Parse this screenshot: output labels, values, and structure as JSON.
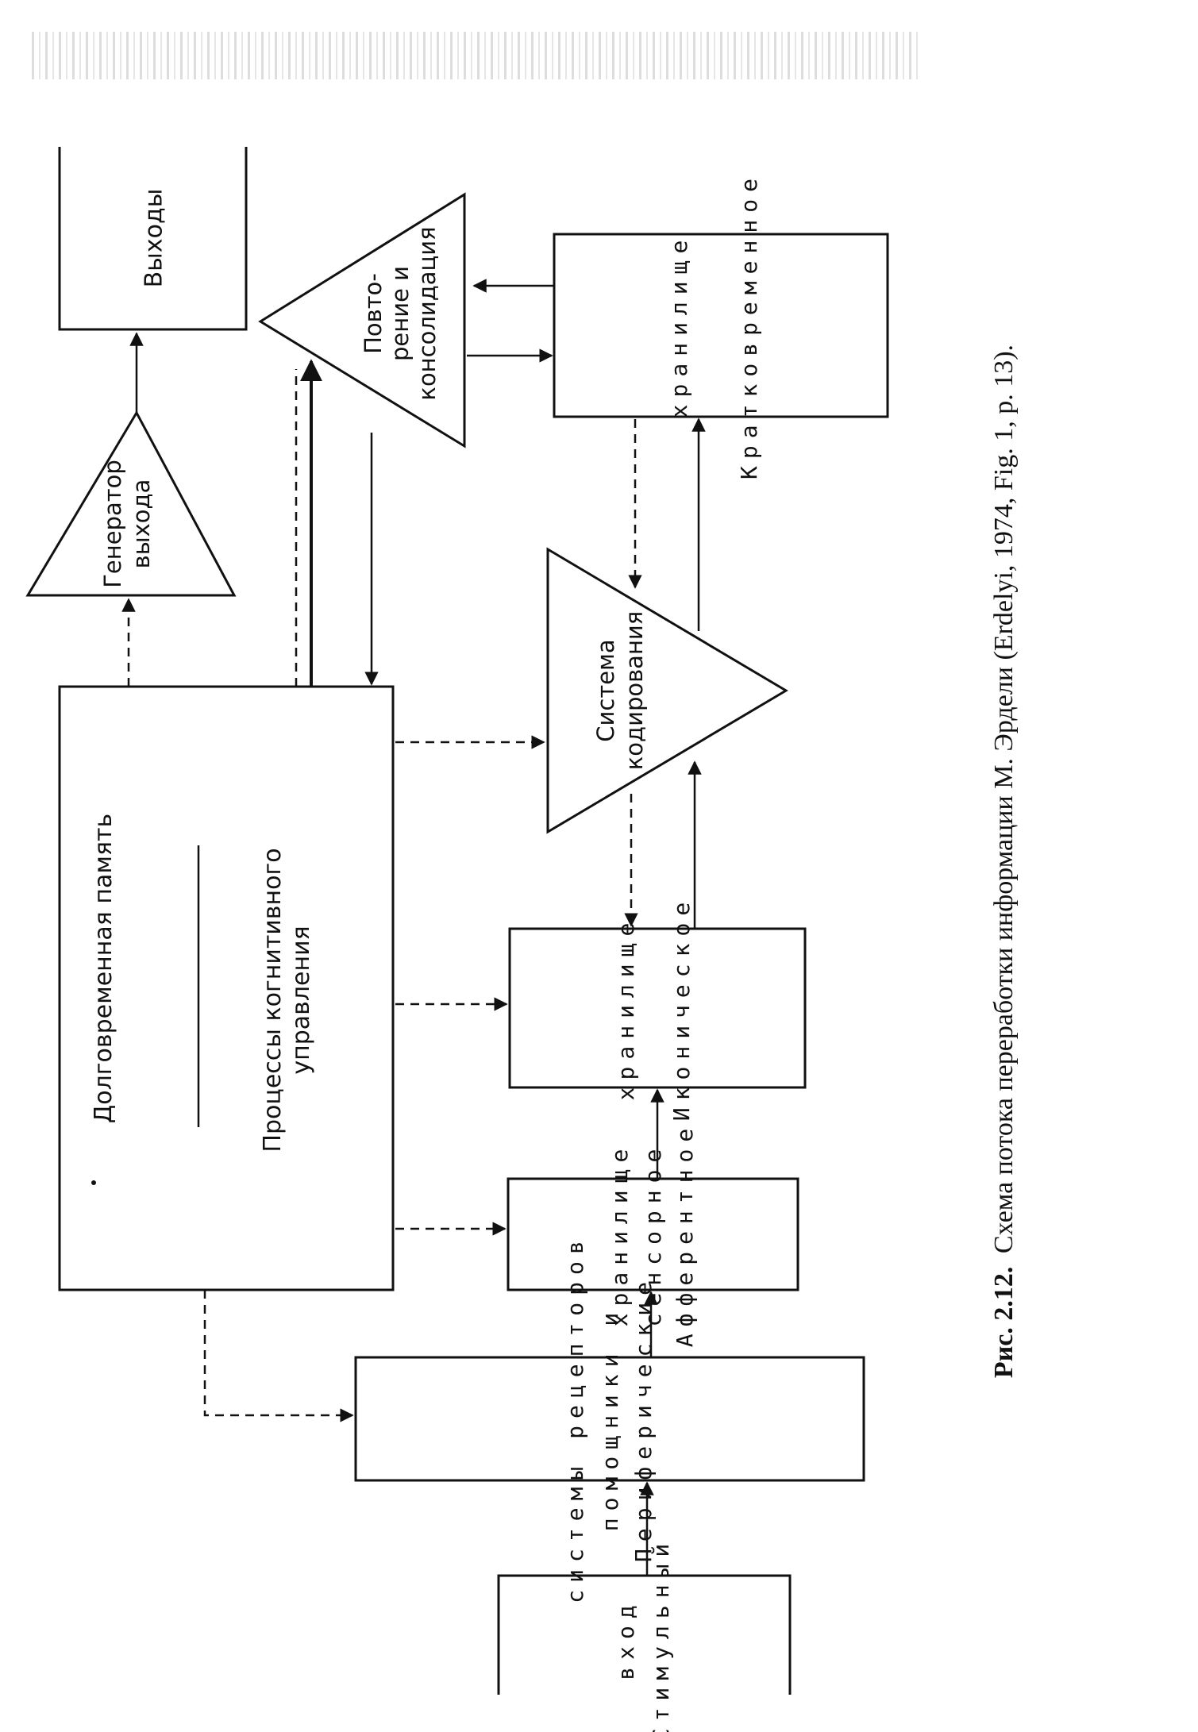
{
  "diagram": {
    "nodes": {
      "outputs": "Выходы",
      "output_generator_1": "Генератор",
      "output_generator_2": "выхода",
      "rehearsal_1": "Повто-",
      "rehearsal_2": "рение и",
      "rehearsal_3": "консолидация",
      "short_term_1": "хранилище",
      "short_term_2": "Кратковременное",
      "encoding_1": "Система",
      "encoding_2": "кодирования",
      "long_term_memory": "Долговременная память",
      "cognitive_control_1": "Процессы когнитивного",
      "cognitive_control_2": "управления",
      "iconic_1": "хранилище",
      "iconic_2": "Иконическое",
      "sensory_1": "хранилище",
      "sensory_2": "сенсорное",
      "sensory_3": "Афферентное",
      "peripheral_1": "системы рецепторов",
      "peripheral_2": "помощники и",
      "peripheral_3": "Периферические",
      "stimuli_1": "вход",
      "stimuli_2": "Стимульный"
    },
    "caption_bold": "Рис. 2.12.",
    "caption_text": "Схема потока переработки информации М. Эрдели (Erdelyi, 1974, Fig. 1, p. 13)."
  }
}
